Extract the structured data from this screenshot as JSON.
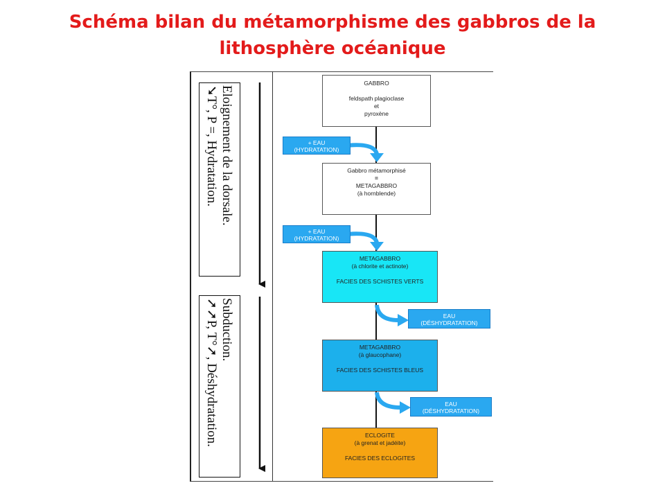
{
  "title": {
    "line1": "Schéma bilan du métamorphisme des gabbros de la",
    "line2": "lithosphère océanique"
  },
  "phases": [
    {
      "line1": "Eloignement de la dorsale.",
      "line2": "➘T°, P =, Hydratation."
    },
    {
      "line1": "Subduction.",
      "line2": "➚➚P, T°➚, Déshydratation."
    }
  ],
  "rocks": [
    {
      "lines": [
        "GABBRO",
        "",
        "feldspath plagioclase",
        "et",
        "pyroxène"
      ]
    },
    {
      "lines": [
        "Gabbro métamorphisé",
        "=",
        "METAGABBRO",
        "(à hornblende)"
      ]
    },
    {
      "lines": [
        "METAGABBRO",
        "(à chlorite et actinote)",
        "",
        "FACIES DES SCHISTES VERTS"
      ]
    },
    {
      "lines": [
        "METAGABBRO",
        "(à glaucophane)",
        "",
        "FACIES DES SCHISTES BLEUS"
      ]
    },
    {
      "lines": [
        "ECLOGITE",
        "(à grenat et jadéite)",
        "",
        "FACIES DES ECLOGITES"
      ]
    }
  ],
  "water_inputs": [
    {
      "line1": "+ EAU",
      "line2": "(HYDRATATION)"
    },
    {
      "line1": "+ EAU",
      "line2": "(HYDRATATION)"
    }
  ],
  "water_outputs": [
    {
      "line1": "EAU",
      "line2": "(DÉSHYDRATATION)"
    },
    {
      "line1": "EAU",
      "line2": "(DÉSHYDRATATION)"
    }
  ],
  "colors": {
    "title": "#e31b1b",
    "schistes_verts": "#18e6f6",
    "schistes_bleus": "#1cb0ec",
    "eclogite": "#f6a412",
    "water": "#2aa8f0"
  }
}
